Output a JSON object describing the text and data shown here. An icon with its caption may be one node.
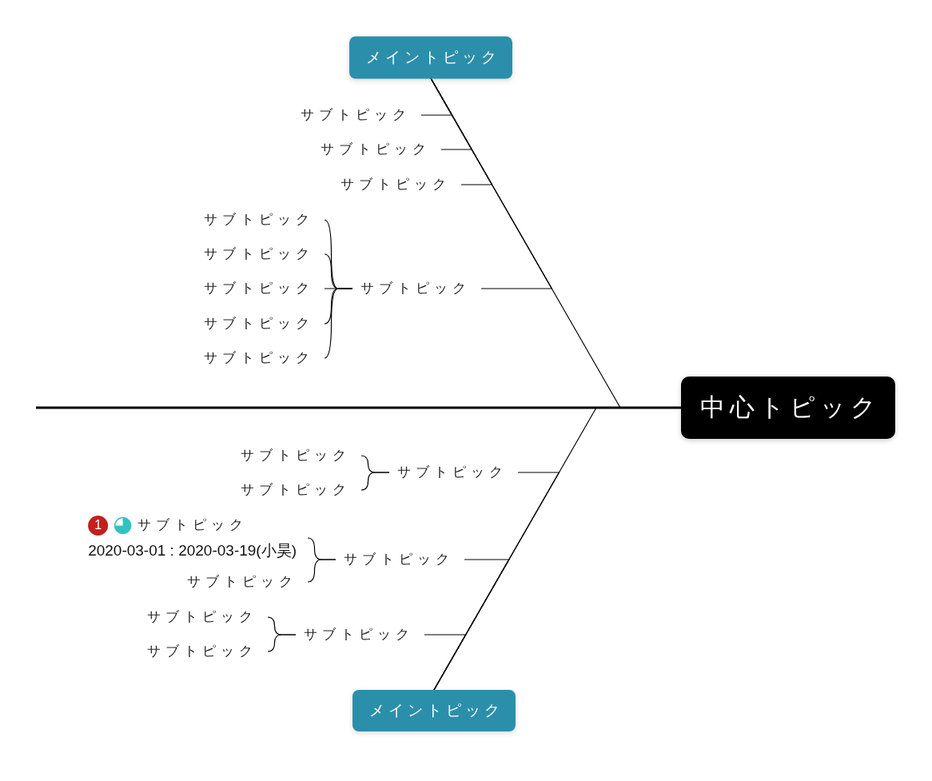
{
  "diagram": {
    "nodes": [
      {
        "text": [
          "中心トピック"
        ]
      },
      {
        "text": [
          "メイントピック"
        ]
      },
      {
        "text": [
          "サブトピック"
        ]
      },
      {
        "text": [
          "サブトピック"
        ]
      },
      {
        "text": [
          "サブトピック"
        ]
      },
      {
        "text": [
          "サブトピック"
        ]
      },
      {
        "text": [
          "サブトピック"
        ]
      },
      {
        "text": [
          "サブトピック"
        ]
      },
      {
        "text": [
          "サブトピック"
        ]
      },
      {
        "text": [
          "サブトピック"
        ]
      },
      {
        "text": [
          "サブトピック"
        ]
      },
      {
        "text": [
          "メイントピック"
        ]
      },
      {
        "text": [
          "サブトピック"
        ]
      },
      {
        "text": [
          "サブトピック"
        ]
      },
      {
        "text": [
          "サブトピック"
        ]
      },
      {
        "text": [
          "サブトピック"
        ]
      },
      {
        "text": [
          "1",
          "サブトピック",
          "2020-03-01 : 2020-03-19(小昊)"
        ]
      },
      {
        "text": [
          "サブトピック"
        ]
      },
      {
        "text": [
          "サブトピック"
        ]
      },
      {
        "text": [
          "サブトピック"
        ]
      },
      {
        "text": [
          "サブトピック"
        ]
      }
    ],
    "edges": [
      {
        "from": 0,
        "to": null,
        "arrow": "none",
        "style": "thick"
      },
      {
        "from": 0,
        "to": 1,
        "arrow": "none"
      },
      {
        "from": 1,
        "to": 2,
        "arrow": "none"
      },
      {
        "from": 1,
        "to": 3,
        "arrow": "none"
      },
      {
        "from": 1,
        "to": 4,
        "arrow": "none"
      },
      {
        "from": 1,
        "to": 5,
        "arrow": "none"
      },
      {
        "from": 5,
        "to": 6,
        "arrow": "none"
      },
      {
        "from": 5,
        "to": 7,
        "arrow": "none"
      },
      {
        "from": 5,
        "to": 8,
        "arrow": "none"
      },
      {
        "from": 5,
        "to": 9,
        "arrow": "none"
      },
      {
        "from": 5,
        "to": 10,
        "arrow": "none"
      },
      {
        "from": 0,
        "to": 11,
        "arrow": "none"
      },
      {
        "from": 11,
        "to": 12,
        "arrow": "none"
      },
      {
        "from": 12,
        "to": 13,
        "arrow": "none"
      },
      {
        "from": 12,
        "to": 14,
        "arrow": "none"
      },
      {
        "from": 11,
        "to": 15,
        "arrow": "none"
      },
      {
        "from": 15,
        "to": 16,
        "arrow": "none"
      },
      {
        "from": 15,
        "to": 17,
        "arrow": "none"
      },
      {
        "from": 11,
        "to": 18,
        "arrow": "none"
      },
      {
        "from": 18,
        "to": 19,
        "arrow": "none"
      },
      {
        "from": 18,
        "to": 20,
        "arrow": "none"
      }
    ]
  }
}
